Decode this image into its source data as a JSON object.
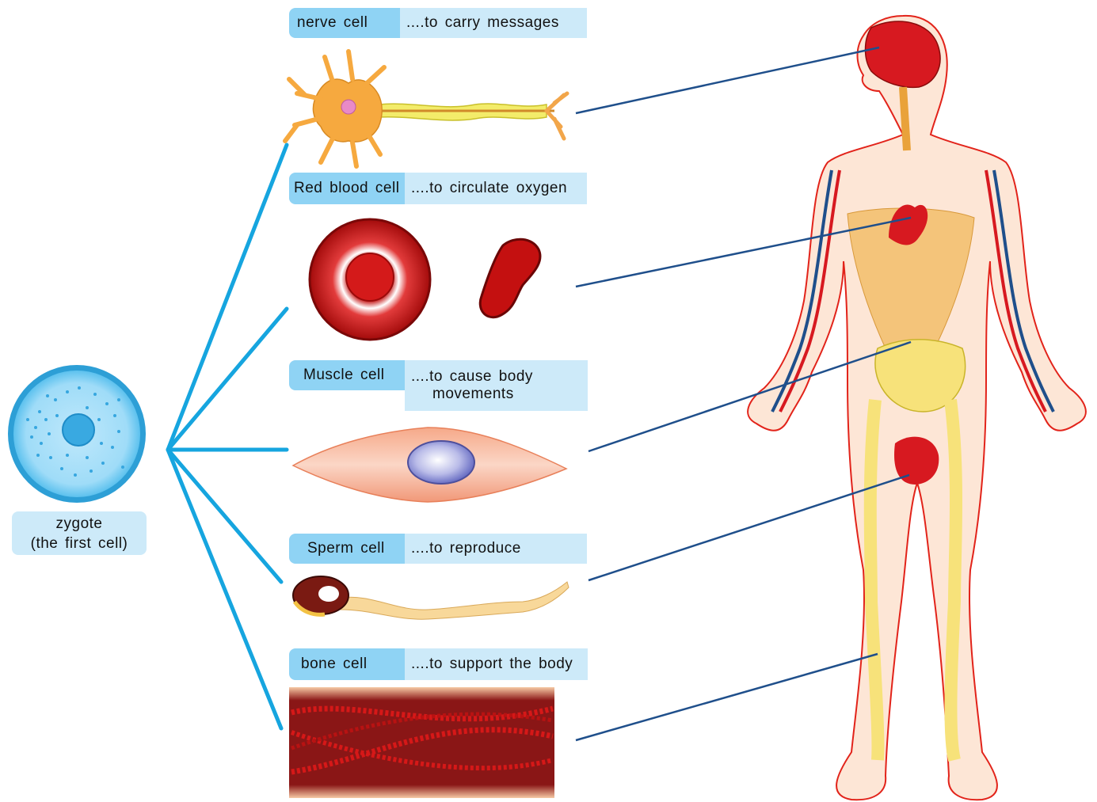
{
  "zygote": {
    "line1": "zygote",
    "line2": "(the first cell)"
  },
  "cells": [
    {
      "name": "nerve cell",
      "function": "....to carry messages"
    },
    {
      "name": "Red blood cell",
      "function": "....to circulate oxygen"
    },
    {
      "name": "Muscle cell",
      "function_line1": "....to cause body",
      "function_line2": "movements"
    },
    {
      "name": "Sperm cell",
      "function": "....to reproduce"
    },
    {
      "name": "bone cell",
      "function": "....to support the body"
    }
  ],
  "colors": {
    "branch_lines": "#16a5df",
    "pointer_lines": "#1f4f8b",
    "label_name_bg": "#8fd3f4",
    "label_function_bg": "#cdeaf9"
  }
}
